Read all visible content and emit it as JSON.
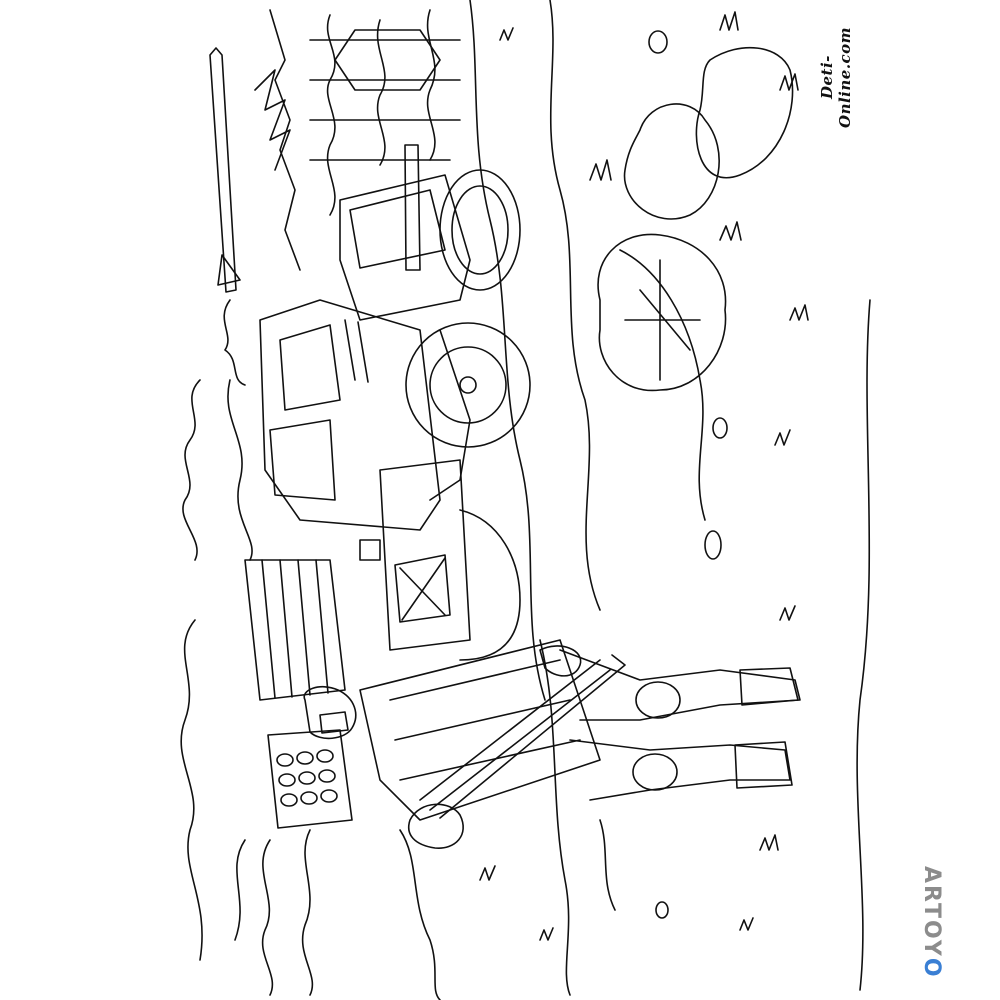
{
  "watermarks": {
    "site": "Deti-Online.com",
    "brand": "ARTOY",
    "brand_suffix": "O",
    "brand_color": "#8c8c8c",
    "brand_accent_color": "#3a7fd4"
  },
  "colors": {
    "line": "#111111",
    "background": "#ffffff"
  }
}
